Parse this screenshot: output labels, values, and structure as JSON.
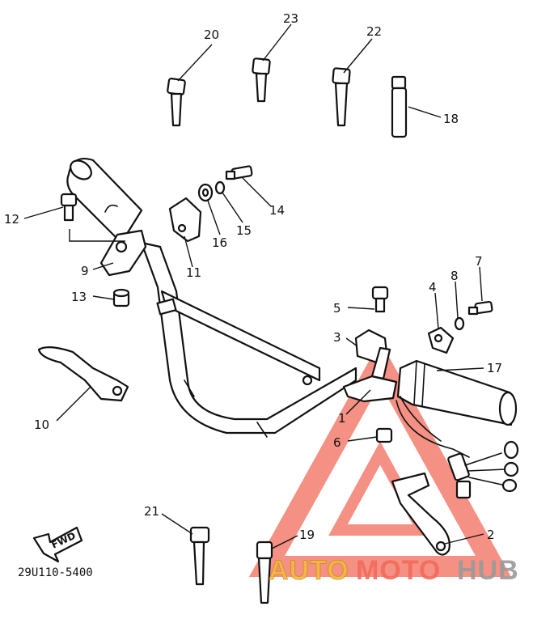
{
  "diagram": {
    "callouts": {
      "p1": "1",
      "p2": "2",
      "p3": "3",
      "p4": "4",
      "p5": "5",
      "p6": "6",
      "p7": "7",
      "p8": "8",
      "p9": "9",
      "p10": "10",
      "p11": "11",
      "p12": "12",
      "p13": "13",
      "p14": "14",
      "p15": "15",
      "p16": "16",
      "p17": "17",
      "p18": "18",
      "p19": "19",
      "p20": "20",
      "p21": "21",
      "p22": "22",
      "p23": "23"
    },
    "fwd_label": "FWD",
    "drawing_code": "29U110-5400"
  },
  "watermark": {
    "part1": "AUTO",
    "part2": "MOTO",
    "part3": "HUB",
    "colors": {
      "primary": "#f26b5b",
      "secondary": "#9a9a9a",
      "gold": "#f4b942"
    }
  }
}
